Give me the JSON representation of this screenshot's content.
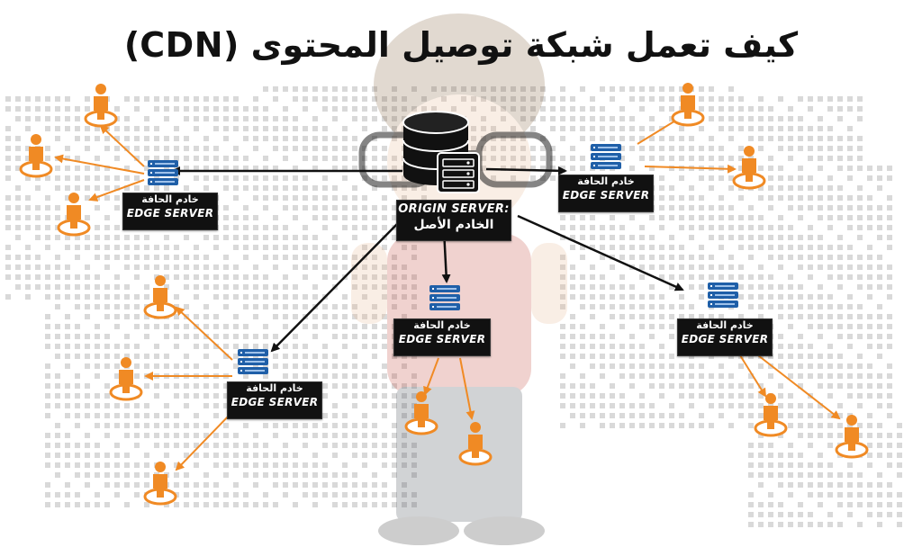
{
  "title": "كيف تعمل شبكة توصيل المحتوى (CDN)",
  "origin": {
    "en": "ORIGIN SERVER:",
    "ar": "الخادم الأصل"
  },
  "edge": {
    "ar": "خادم الحافة",
    "en": "EDGE SERVER"
  },
  "colors": {
    "accent": "#f08a24",
    "server_blue": "#1f5fa8",
    "label_bg": "#111111",
    "arrow": "#111111",
    "map_dots": "#d9d9d9"
  },
  "icons": [
    "database-server-icon",
    "server-rack-icon",
    "user-icon"
  ]
}
